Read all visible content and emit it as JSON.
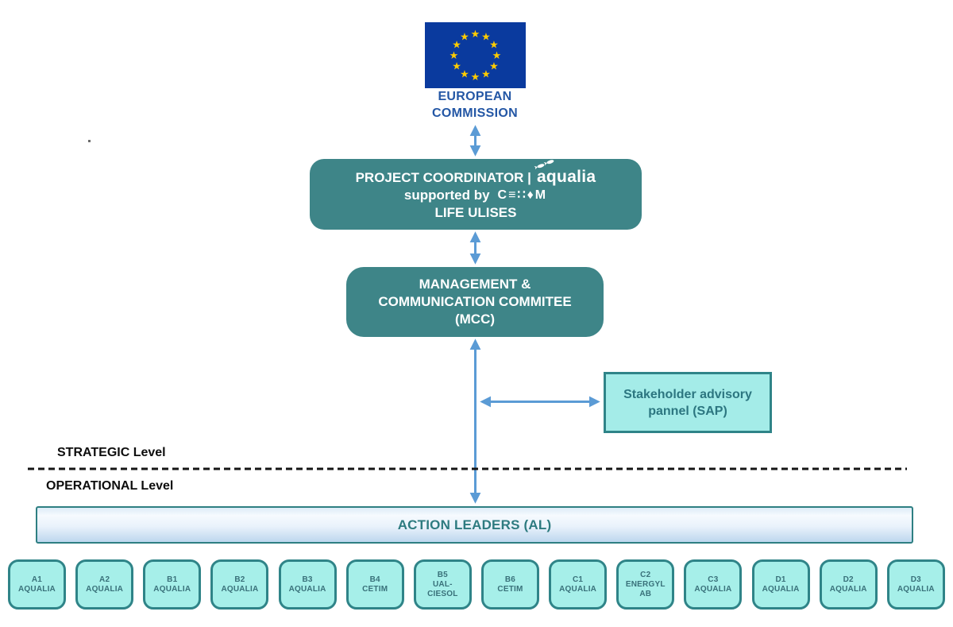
{
  "colors": {
    "teal_box": "#3E8588",
    "cyan_fill": "#A6EFE9",
    "cyan_border": "#2F8488",
    "arrow_blue": "#5B9BD5",
    "eu_flag_blue": "#0A3A9E",
    "eu_star_yellow": "#FFCC00",
    "eu_text_blue": "#2457A5",
    "al_text_teal": "#2E7B80"
  },
  "eu": {
    "label": [
      "EUROPEAN",
      "COMMISSION"
    ]
  },
  "coordinator": {
    "title_prefix": "PROJECT COORDINATOR |",
    "aqualia_logo": "aqualia",
    "supported_by": "supported by",
    "cetim_logo": "C≡∷♦M",
    "subtitle": "LIFE ULISES"
  },
  "mcc": {
    "label": [
      "MANAGEMENT &",
      "COMMUNICATION COMMITEE",
      "(MCC)"
    ]
  },
  "sap": {
    "label": [
      "Stakeholder advisory",
      "pannel (SAP)"
    ]
  },
  "levels": {
    "strategic": "STRATEGIC Level",
    "operational": "OPERATIONAL Level"
  },
  "action_leaders": {
    "label": "ACTION LEADERS (AL)"
  },
  "action_boxes": [
    {
      "lines": [
        "A1",
        "AQUALIA"
      ]
    },
    {
      "lines": [
        "A2",
        "AQUALIA"
      ]
    },
    {
      "lines": [
        "B1",
        "AQUALIA"
      ]
    },
    {
      "lines": [
        "B2",
        "AQUALIA"
      ]
    },
    {
      "lines": [
        "B3",
        "AQUALIA"
      ]
    },
    {
      "lines": [
        "B4",
        "CETIM"
      ]
    },
    {
      "lines": [
        "B5",
        "UAL-",
        "CIESOL"
      ]
    },
    {
      "lines": [
        "B6",
        "CETIM"
      ]
    },
    {
      "lines": [
        "C1",
        "AQUALIA"
      ]
    },
    {
      "lines": [
        "C2",
        "ENERGYL",
        "AB"
      ]
    },
    {
      "lines": [
        "C3",
        "AQUALIA"
      ]
    },
    {
      "lines": [
        "D1",
        "AQUALIA"
      ]
    },
    {
      "lines": [
        "D2",
        "AQUALIA"
      ]
    },
    {
      "lines": [
        "D3",
        "AQUALIA"
      ]
    }
  ]
}
